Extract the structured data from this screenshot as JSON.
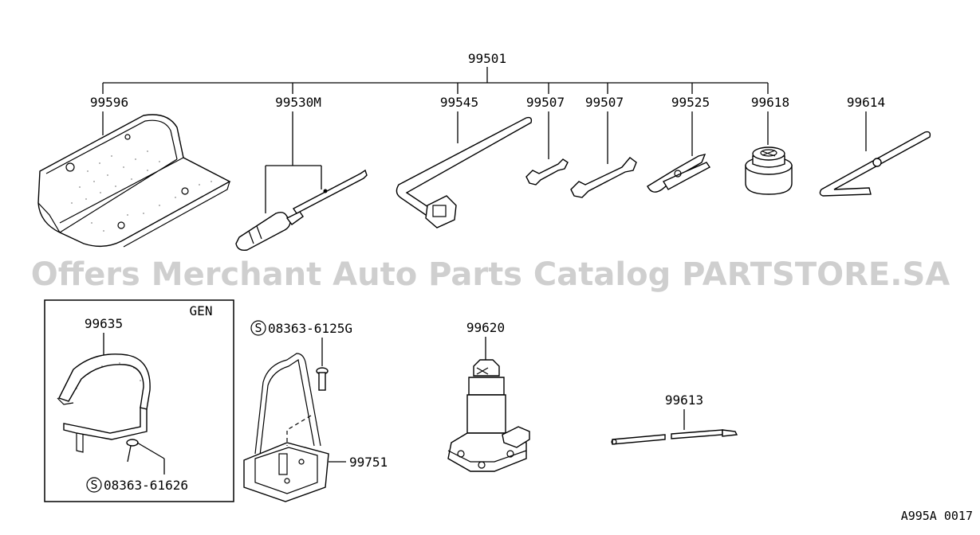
{
  "watermark": "Offers Merchant Auto Parts Catalog PARTSTORE.SA",
  "figure_code": "A995A 0017",
  "kit_label": "99501",
  "top_parts": [
    {
      "id": "p1",
      "label": "99596"
    },
    {
      "id": "p2",
      "label": "99530M"
    },
    {
      "id": "p3",
      "label": "99545"
    },
    {
      "id": "p4",
      "label": "99507"
    },
    {
      "id": "p5",
      "label": "99507"
    },
    {
      "id": "p6",
      "label": "99525"
    },
    {
      "id": "p7",
      "label": "99618"
    },
    {
      "id": "p8",
      "label": "99614"
    }
  ],
  "gen_box": {
    "title": "GEN",
    "strap_label": "99635",
    "screw_mark": "S",
    "screw_label": "08363-61626"
  },
  "bracket": {
    "bolt_mark": "S",
    "bolt_label": "08363-6125G",
    "bracket_label": "99751"
  },
  "jack_label": "99620",
  "handle_label": "99613"
}
